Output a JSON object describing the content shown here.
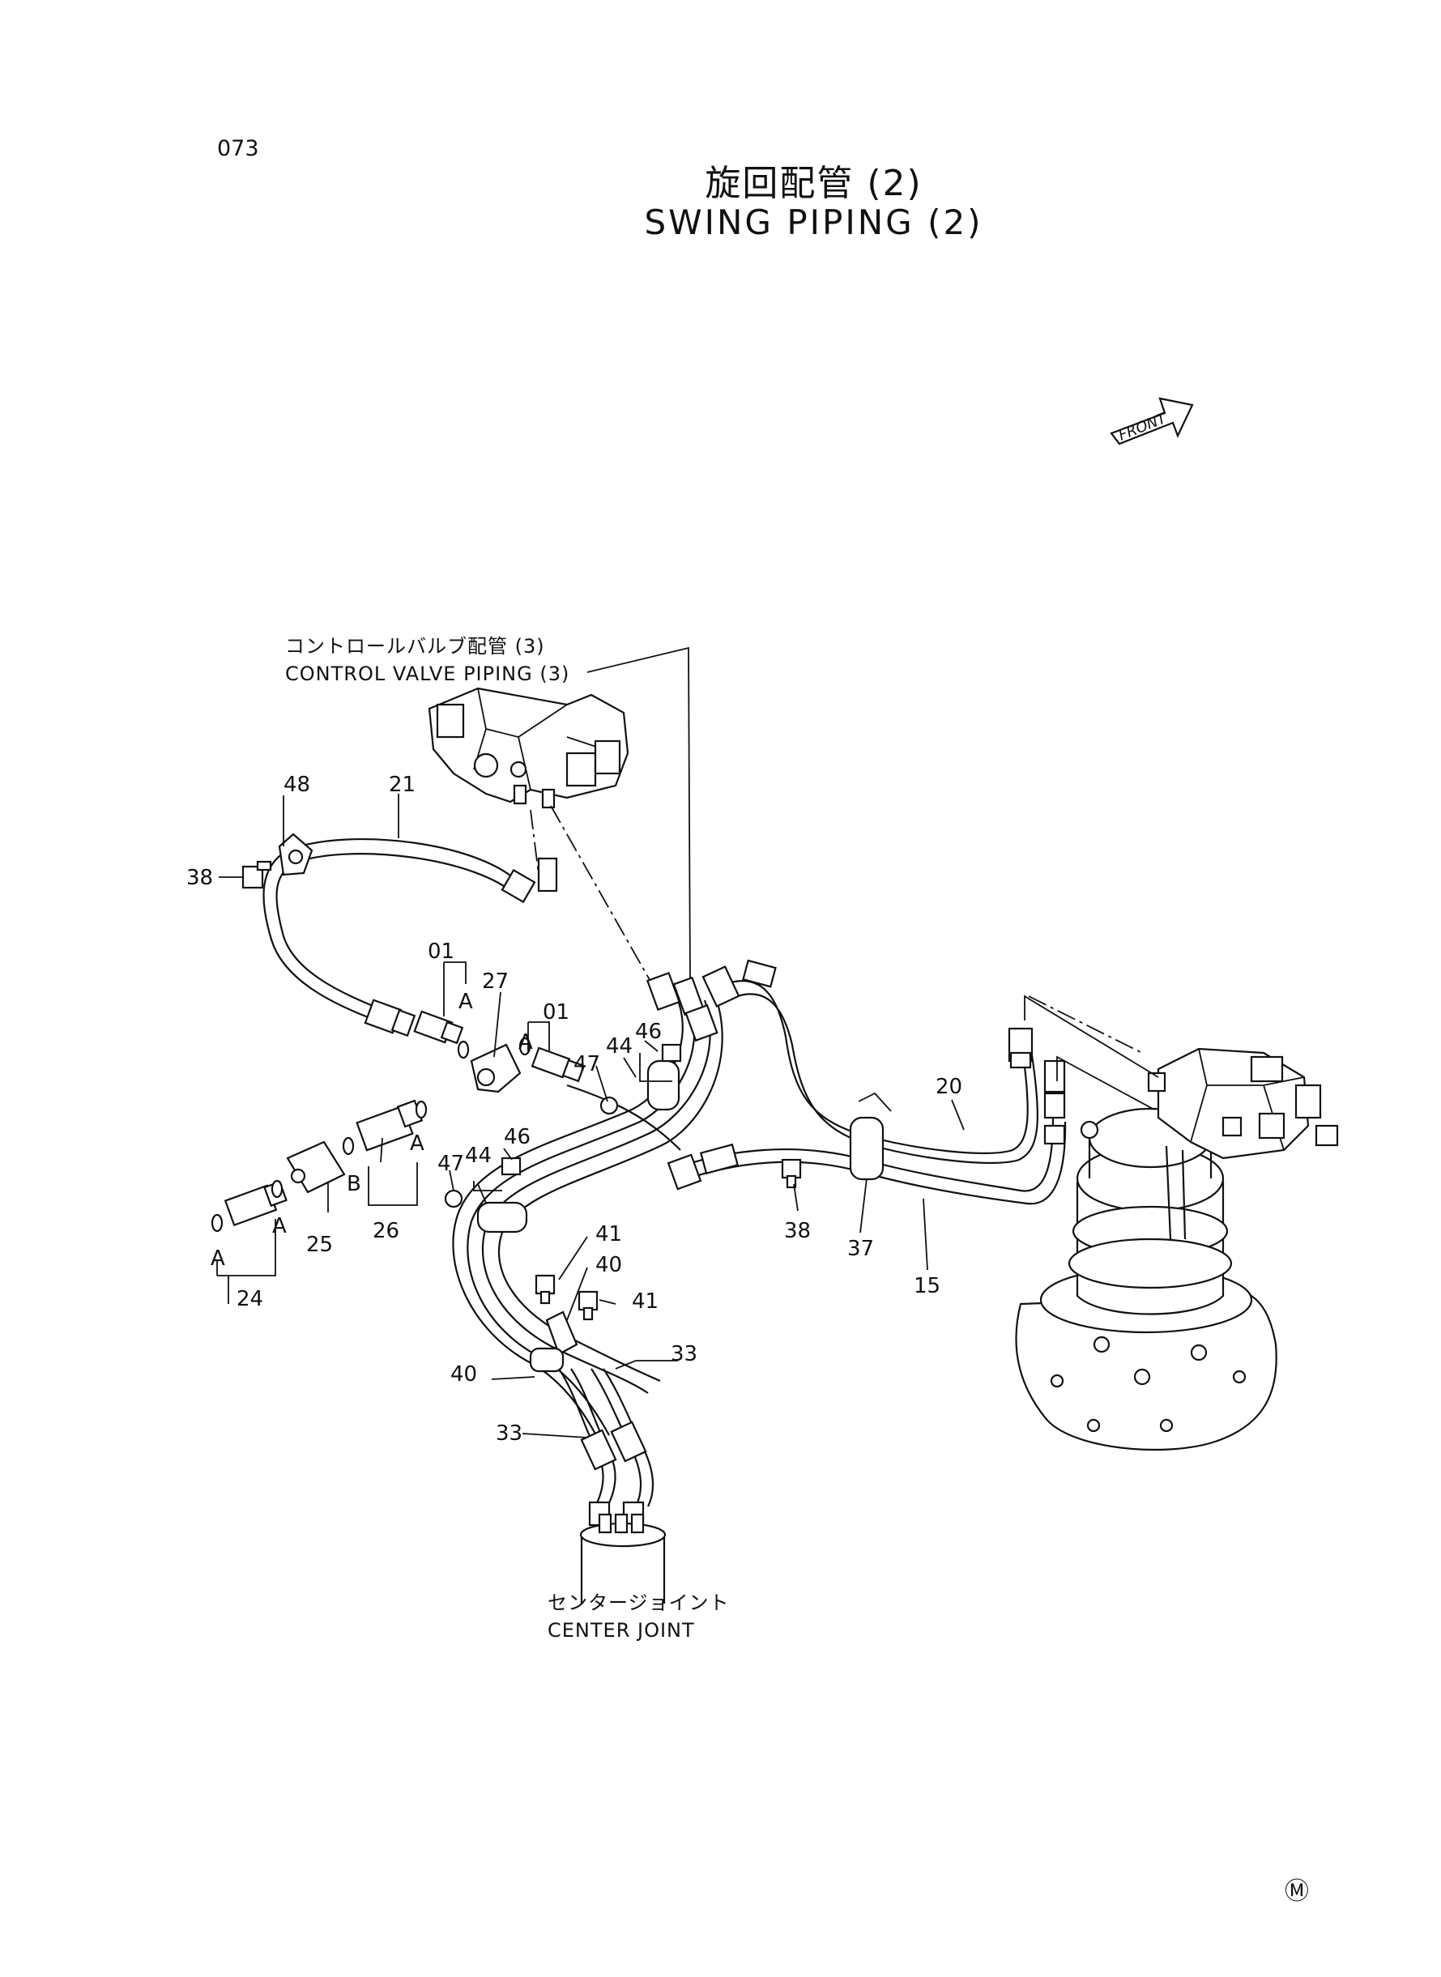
{
  "page": {
    "number": "073",
    "title_jp": "旋回配管 (2)",
    "title_en": "SWING PIPING (2)",
    "corner_mark": "Ⓜ"
  },
  "front_arrow": {
    "text": "FRONT"
  },
  "references": {
    "control_valve_jp": "コントロールバルブ配管 (3)",
    "control_valve_en": "CONTROL VALVE PIPING (3)",
    "center_joint_jp": "センタージョイント",
    "center_joint_en": "CENTER JOINT"
  },
  "labels": {
    "p48": "48",
    "p21": "21",
    "p38a": "38",
    "p01a": "01",
    "p27": "27",
    "p01b": "01",
    "p46a": "46",
    "p44a": "44",
    "p47a": "47",
    "p46b": "46",
    "p44b": "44",
    "p47b": "47",
    "p26": "26",
    "p25": "25",
    "p24": "24",
    "p41a": "41",
    "p40a": "40",
    "p41b": "41",
    "p33a": "33",
    "p40b": "40",
    "p33b": "33",
    "p20": "20",
    "p38b": "38",
    "p37": "37",
    "p15": "15",
    "A1": "A",
    "A2": "A",
    "A3": "A",
    "A4": "A",
    "A5": "A",
    "B1": "B"
  }
}
